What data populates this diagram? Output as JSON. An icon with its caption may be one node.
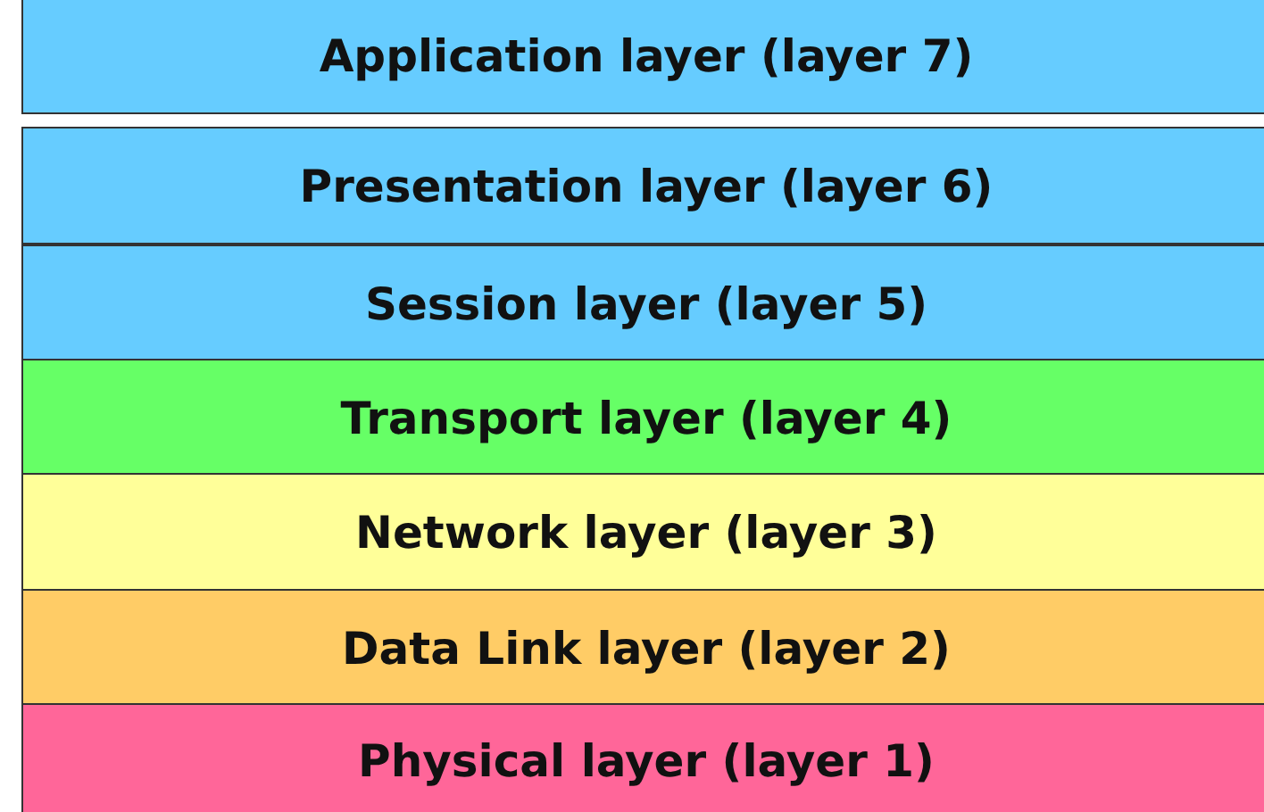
{
  "diagram": {
    "nodes": [
      {
        "text": [
          "Application layer (layer 7)"
        ]
      },
      {
        "text": [
          "Presentation layer (layer 6)"
        ]
      },
      {
        "text": [
          "Session layer (layer 5)"
        ]
      },
      {
        "text": [
          "Transport layer (layer 4)"
        ]
      },
      {
        "text": [
          "Network layer (layer 3)"
        ]
      },
      {
        "text": [
          "Data Link layer (layer 2)"
        ]
      },
      {
        "text": [
          "Physical layer (layer 1)"
        ]
      }
    ]
  }
}
